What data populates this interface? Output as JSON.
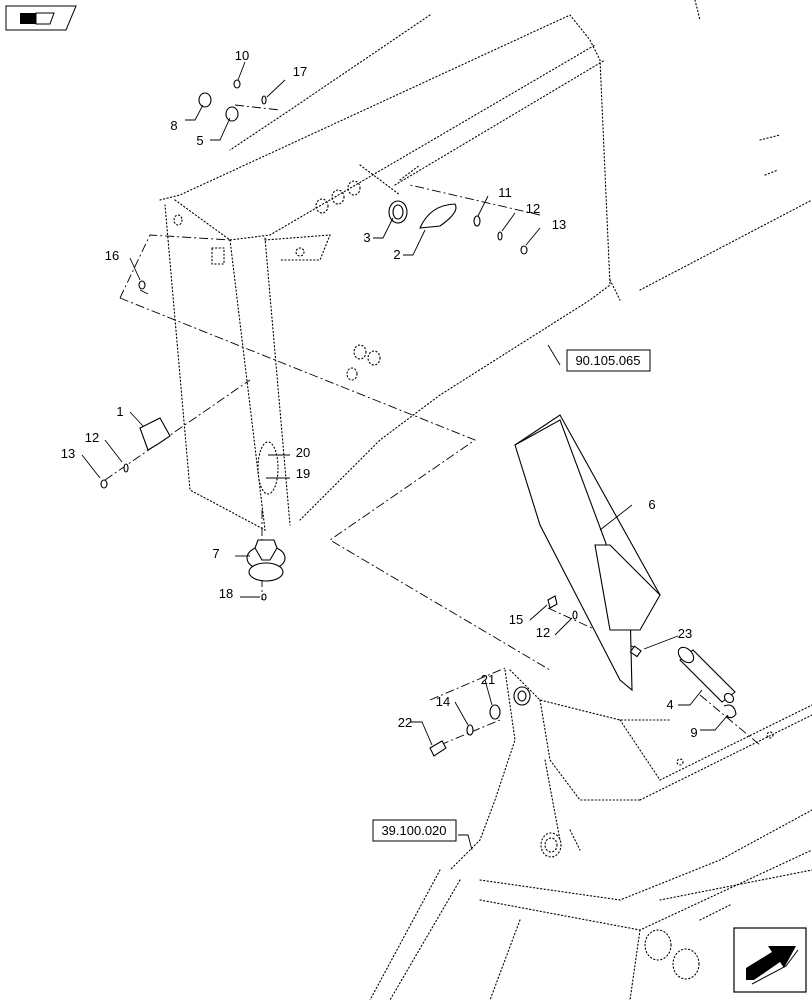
{
  "diagram": {
    "references": {
      "upper_assembly": "90.105.065",
      "frame_assembly": "39.100.020"
    },
    "callouts": {
      "c1": "1",
      "c2": "2",
      "c3": "3",
      "c4": "4",
      "c5": "5",
      "c6": "6",
      "c7": "7",
      "c8": "8",
      "c9": "9",
      "c10": "10",
      "c11": "11",
      "c12a": "12",
      "c12b": "12",
      "c12c": "12",
      "c13a": "13",
      "c13b": "13",
      "c14": "14",
      "c15": "15",
      "c16": "16",
      "c17": "17",
      "c18": "18",
      "c19": "19",
      "c20": "20",
      "c21": "21",
      "c22": "22",
      "c23": "23"
    },
    "icons": {
      "top_left": "view-toggle-icon",
      "bottom_right": "next-page-arrow-icon"
    }
  }
}
